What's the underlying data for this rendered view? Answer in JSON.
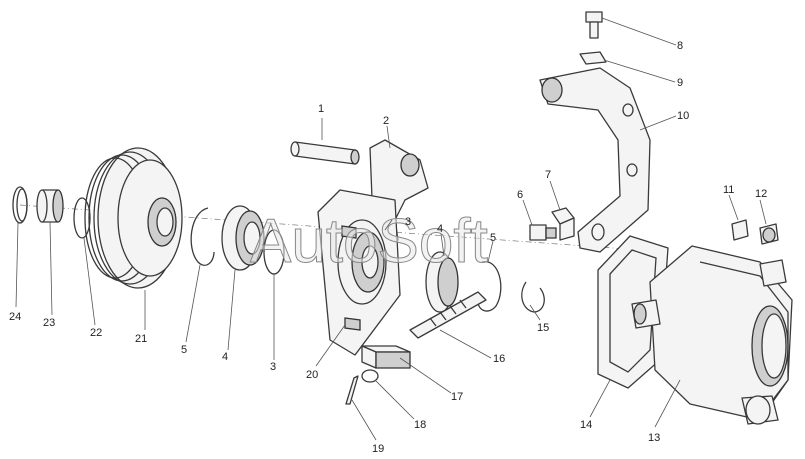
{
  "watermark": "AutoSoft",
  "callouts": {
    "c1": "1",
    "c2": "2",
    "c3a": "3",
    "c3b": "3",
    "c4a": "4",
    "c4b": "4",
    "c5a": "5",
    "c5b": "5",
    "c6": "6",
    "c7": "7",
    "c8": "8",
    "c9": "9",
    "c10": "10",
    "c11": "11",
    "c12": "12",
    "c13": "13",
    "c14": "14",
    "c15": "15",
    "c16": "16",
    "c17": "17",
    "c18": "18",
    "c19": "19",
    "c20": "20",
    "c21": "21",
    "c22": "22",
    "c23": "23",
    "c24": "24"
  }
}
